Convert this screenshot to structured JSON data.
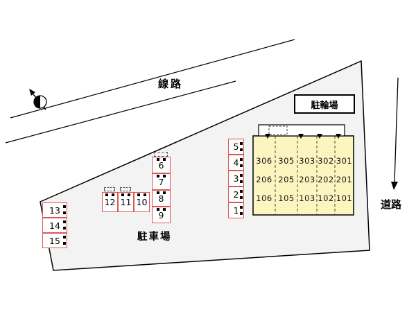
{
  "labels": {
    "railway": "線路",
    "road": "道路",
    "bicycle_parking": "駐輪場",
    "parking_lot": "駐車場"
  },
  "building": {
    "floors": [
      {
        "rooms": [
          "306",
          "305",
          "303",
          "302",
          "301"
        ]
      },
      {
        "rooms": [
          "206",
          "205",
          "203",
          "202",
          "201"
        ]
      },
      {
        "rooms": [
          "106",
          "105",
          "103",
          "102",
          "101"
        ]
      }
    ]
  },
  "parking": {
    "right_column": [
      "5",
      "4",
      "3",
      "2",
      "1"
    ],
    "mid_column": [
      "6",
      "7",
      "8",
      "9"
    ],
    "mid_row": [
      "12",
      "11",
      "10"
    ],
    "left_column": [
      "13",
      "14",
      "15"
    ]
  },
  "colors": {
    "parking_outline": "#dd5555",
    "building_fill": "#fcf5c0",
    "site_fill": "#f3f3f3"
  }
}
